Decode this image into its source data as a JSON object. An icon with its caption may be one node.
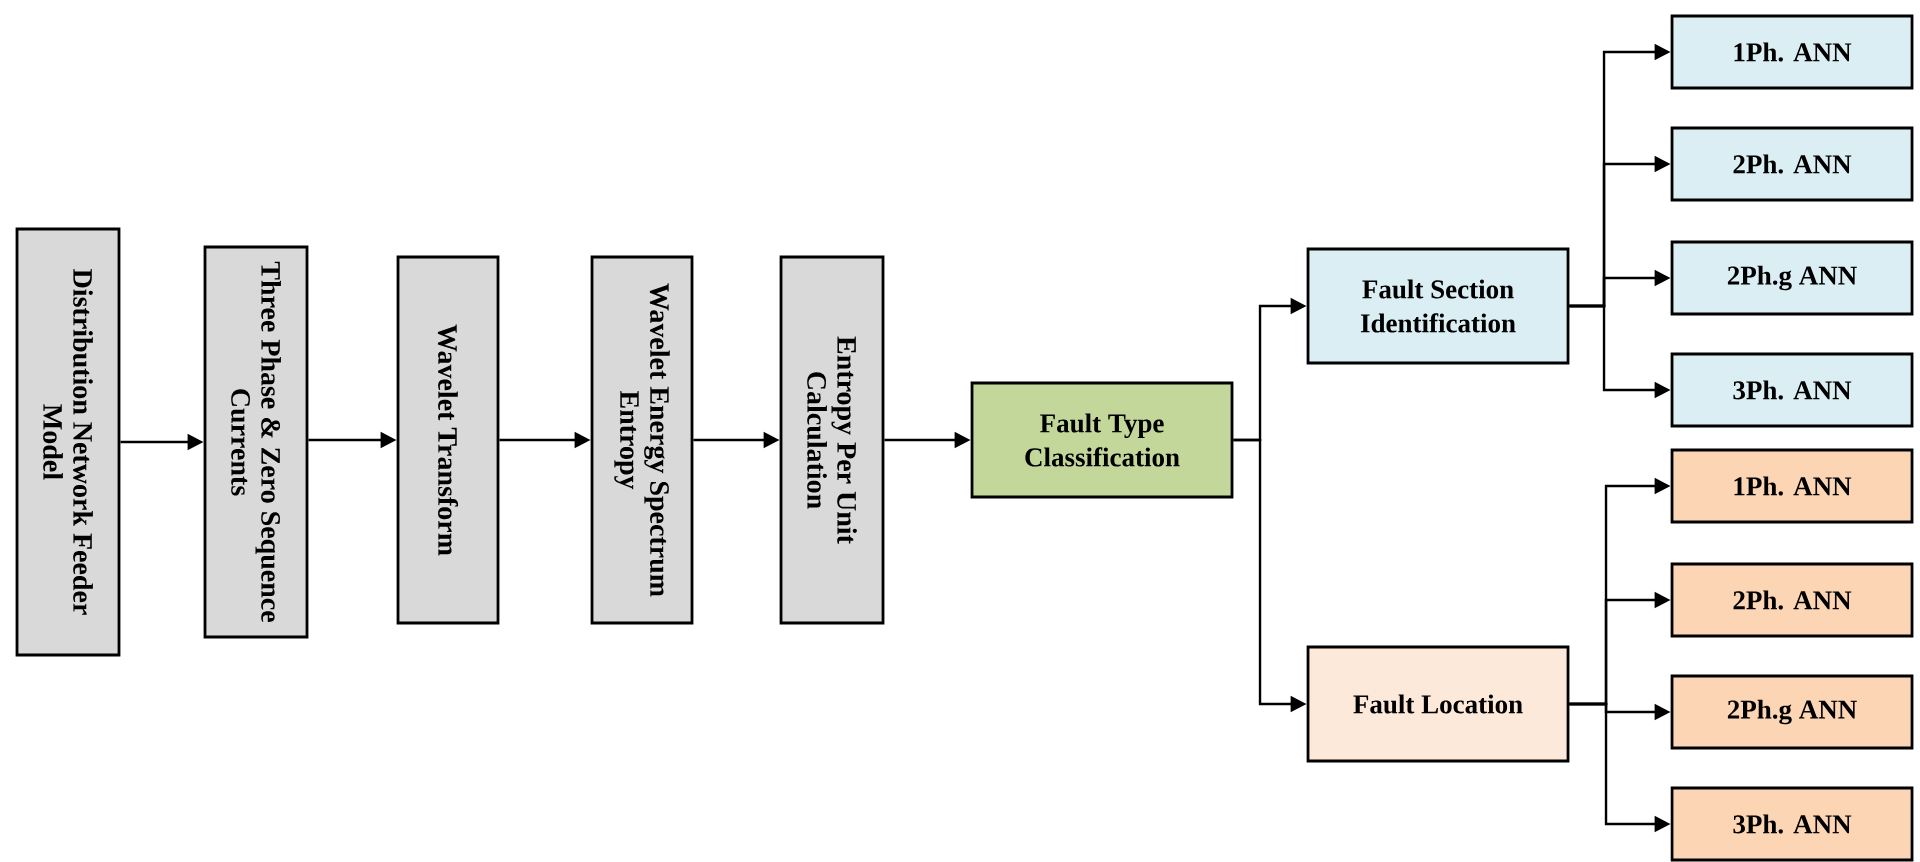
{
  "diagram": {
    "nodes": [
      {
        "text": [
          "Distribution Network Feeder Model"
        ]
      },
      {
        "text": [
          "Three Phase & Zero Sequence Currents"
        ]
      },
      {
        "text": [
          "Wavelet Transform"
        ]
      },
      {
        "text": [
          "Wavelet Energy Spectrum Entropy"
        ]
      },
      {
        "text": [
          "Entropy Per Unit Calculation"
        ]
      },
      {
        "text": [
          "Fault Type Classification"
        ]
      },
      {
        "text": [
          "Fault Section Identification"
        ]
      },
      {
        "text": [
          "Fault Location"
        ]
      },
      {
        "text": [
          "1Ph. ANN"
        ]
      },
      {
        "text": [
          "2Ph. ANN"
        ]
      },
      {
        "text": [
          "2Ph.g ANN"
        ]
      },
      {
        "text": [
          "3Ph. ANN"
        ]
      },
      {
        "text": [
          "1Ph. ANN"
        ]
      },
      {
        "text": [
          "2Ph. ANN"
        ]
      },
      {
        "text": [
          "2Ph.g ANN"
        ]
      },
      {
        "text": [
          "3Ph. ANN"
        ]
      }
    ],
    "edges": [
      {
        "from": 0,
        "to": 1,
        "arrow": "to"
      },
      {
        "from": 1,
        "to": 2,
        "arrow": "to"
      },
      {
        "from": 2,
        "to": 3,
        "arrow": "to"
      },
      {
        "from": 3,
        "to": 4,
        "arrow": "to"
      },
      {
        "from": 4,
        "to": 5,
        "arrow": "to"
      },
      {
        "from": 5,
        "to": 6,
        "arrow": "to"
      },
      {
        "from": 5,
        "to": 7,
        "arrow": "to"
      },
      {
        "from": 6,
        "to": 8,
        "arrow": "to"
      },
      {
        "from": 6,
        "to": 9,
        "arrow": "to"
      },
      {
        "from": 6,
        "to": 10,
        "arrow": "to"
      },
      {
        "from": 6,
        "to": 11,
        "arrow": "to"
      },
      {
        "from": 7,
        "to": 12,
        "arrow": "to"
      },
      {
        "from": 7,
        "to": 13,
        "arrow": "to"
      },
      {
        "from": 7,
        "to": 14,
        "arrow": "to"
      },
      {
        "from": 7,
        "to": 15,
        "arrow": "to"
      }
    ]
  }
}
